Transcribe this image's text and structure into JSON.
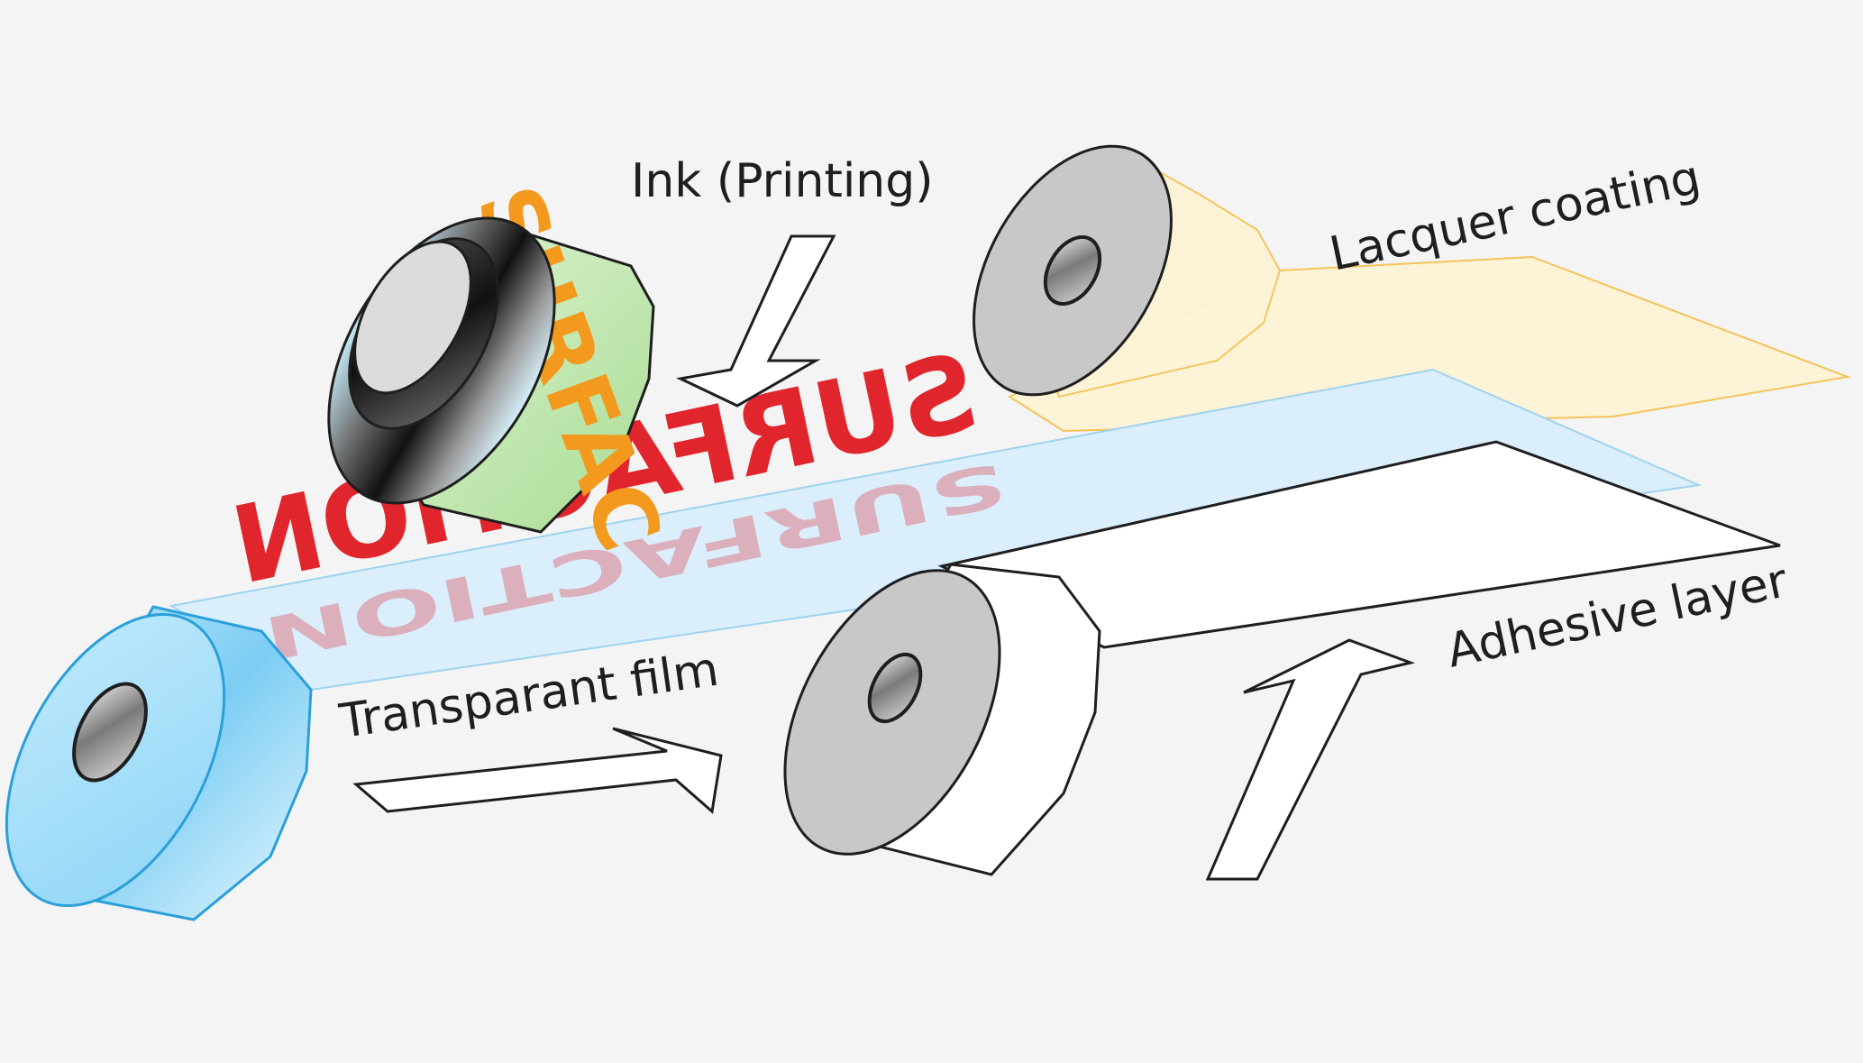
{
  "diagram": {
    "labels": {
      "ink_printing": "Ink (Printing)",
      "lacquer_coating": "Lacquer coating",
      "transparent_film": "Transparant film",
      "adhesive_layer": "Adhesive layer"
    },
    "printed_text": "SURFACTION",
    "roller_text": "SURFAC",
    "colors": {
      "background": "#f4f4f4",
      "film_blue": "#daeefb",
      "film_roll_blue": "#7ccdf3",
      "lacquer_yellow": "#fdf3d6",
      "print_red": "#e0252d",
      "roller_green": "#c6e9b6",
      "roller_orange": "#f39a1e",
      "core_grey": "#c8c8c8"
    }
  }
}
